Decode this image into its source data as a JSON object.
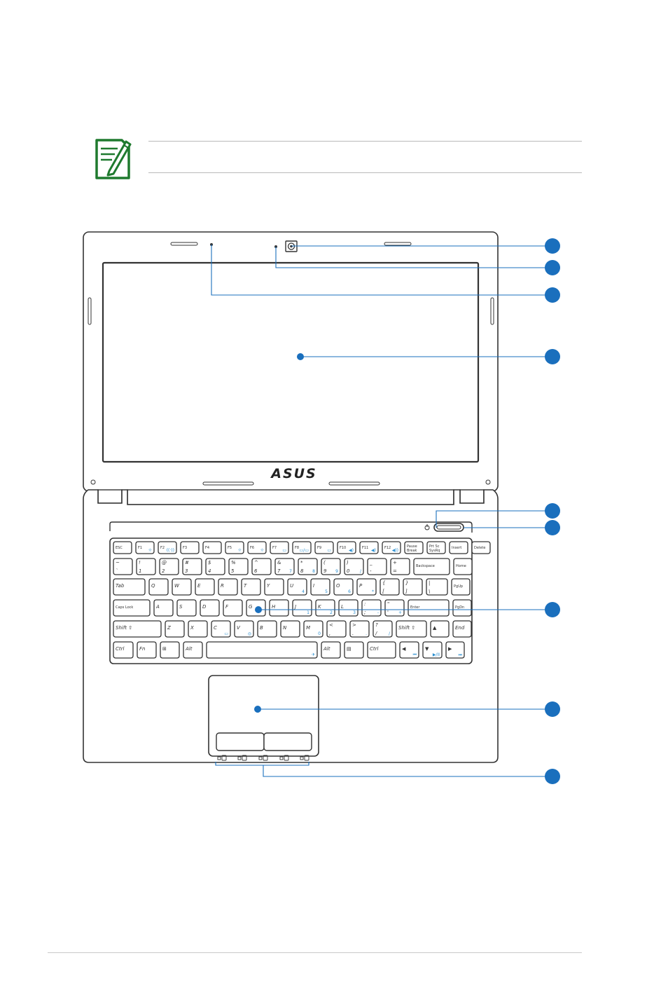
{
  "logo": {
    "text": "ASUS"
  },
  "keyboard": {
    "rows": [
      [
        {
          "top": "ESC",
          "w": 26
        },
        {
          "top": "F1",
          "blue": "☼",
          "w": 26
        },
        {
          "top": "F2",
          "blue": "((·))",
          "w": 26
        },
        {
          "top": "F3",
          "w": 26
        },
        {
          "top": "F4",
          "w": 26
        },
        {
          "top": "F5",
          "blue": "☼",
          "w": 26
        },
        {
          "top": "F6",
          "blue": "☼",
          "w": 26
        },
        {
          "top": "F7",
          "blue": "▭",
          "w": 26
        },
        {
          "top": "F8",
          "blue": "▭/▭",
          "w": 26
        },
        {
          "top": "F9",
          "blue": "▭",
          "w": 26
        },
        {
          "top": "F10",
          "blue": "◀)",
          "w": 26
        },
        {
          "top": "F11",
          "blue": "◀)",
          "w": 26
        },
        {
          "top": "F12",
          "blue": "◀))",
          "w": 26
        },
        {
          "top": "Pause",
          "bottom": "Break",
          "w": 26
        },
        {
          "top": "Prt Sc",
          "bottom": "SysRq",
          "w": 26
        },
        {
          "top": "Insert",
          "w": 26
        },
        {
          "top": "Delete",
          "w": 26
        }
      ],
      [
        {
          "top": "~",
          "bottom": "`",
          "w": 27
        },
        {
          "top": "!",
          "bottom": "1",
          "w": 27
        },
        {
          "top": "@",
          "bottom": "2",
          "w": 27
        },
        {
          "top": "#",
          "bottom": "3",
          "w": 27
        },
        {
          "top": "$",
          "bottom": "4",
          "w": 27
        },
        {
          "top": "%",
          "bottom": "5",
          "w": 27
        },
        {
          "top": "^",
          "bottom": "6",
          "w": 27
        },
        {
          "top": "&",
          "bottom": "7",
          "blue": "7",
          "w": 27
        },
        {
          "top": "*",
          "bottom": "8",
          "blue": "8",
          "w": 27
        },
        {
          "top": "(",
          "bottom": "9",
          "blue": "9",
          "w": 27
        },
        {
          "top": ")",
          "bottom": "0",
          "blue": "/",
          "w": 27
        },
        {
          "top": "_",
          "bottom": "-",
          "w": 27
        },
        {
          "top": "+",
          "bottom": "=",
          "w": 27
        },
        {
          "top": "Backspace",
          "w": 51
        },
        {
          "top": "Home",
          "w": 26
        }
      ],
      [
        {
          "top": "Tab",
          "w": 45
        },
        {
          "top": "Q",
          "w": 27
        },
        {
          "top": "W",
          "w": 27
        },
        {
          "top": "E",
          "w": 27
        },
        {
          "top": "R",
          "w": 27
        },
        {
          "top": "T",
          "w": 27
        },
        {
          "top": "Y",
          "w": 27
        },
        {
          "top": "U",
          "blue": "4",
          "w": 27
        },
        {
          "top": "I",
          "blue": "5",
          "w": 27
        },
        {
          "top": "O",
          "blue": "6",
          "w": 27
        },
        {
          "top": "P",
          "blue": "*",
          "w": 27
        },
        {
          "top": "{",
          "bottom": "[",
          "w": 27
        },
        {
          "top": "}",
          "bottom": "]",
          "w": 27
        },
        {
          "top": "|",
          "bottom": "\\",
          "w": 30
        },
        {
          "top": "PgUp",
          "w": 26
        }
      ],
      [
        {
          "top": "Caps Lock",
          "w": 52
        },
        {
          "top": "A",
          "w": 27
        },
        {
          "top": "S",
          "w": 27
        },
        {
          "top": "D",
          "w": 27
        },
        {
          "top": "F",
          "w": 27
        },
        {
          "top": "G",
          "w": 27
        },
        {
          "top": "H",
          "w": 27
        },
        {
          "top": "J",
          "blue": "1",
          "w": 27
        },
        {
          "top": "K",
          "blue": "2",
          "w": 27
        },
        {
          "top": "L",
          "blue": "3",
          "w": 27
        },
        {
          "top": ":",
          "bottom": ";",
          "blue": "-",
          "w": 27
        },
        {
          "top": "\"",
          "bottom": "'",
          "blue": "+",
          "w": 27
        },
        {
          "top": "Enter",
          "w": 58
        },
        {
          "top": "PgDn",
          "w": 26
        }
      ],
      [
        {
          "top": "Shift ⇧",
          "w": 68
        },
        {
          "top": "Z",
          "w": 27
        },
        {
          "top": "X",
          "w": 27
        },
        {
          "top": "C",
          "blue": "▭",
          "w": 27
        },
        {
          "top": "V",
          "blue": "◎",
          "w": 27
        },
        {
          "top": "B",
          "w": 27
        },
        {
          "top": "N",
          "w": 27
        },
        {
          "top": "M",
          "blue": "0",
          "w": 27
        },
        {
          "top": "<",
          "bottom": ",",
          "w": 27
        },
        {
          "top": ">",
          "bottom": ".",
          "blue": ".",
          "w": 27
        },
        {
          "top": "?",
          "bottom": "/",
          "blue": "/",
          "w": 27
        },
        {
          "top": "Shift ⇧",
          "w": 43
        },
        {
          "top": "▲",
          "w": 26
        },
        {
          "top": "End",
          "w": 26
        }
      ],
      [
        {
          "top": "Ctrl",
          "w": 28
        },
        {
          "top": "Fn",
          "w": 27
        },
        {
          "top": "⊞",
          "w": 27
        },
        {
          "top": "Alt",
          "w": 27
        },
        {
          "top": "",
          "blue": "✈",
          "w": 158
        },
        {
          "top": "Alt",
          "w": 27
        },
        {
          "top": "▤",
          "w": 27
        },
        {
          "top": "Ctrl",
          "w": 40
        },
        {
          "top": "◀",
          "blue": "⏮",
          "w": 27
        },
        {
          "top": "▼",
          "blue": "▶/II",
          "w": 27
        },
        {
          "top": "▶",
          "blue": "⏭",
          "w": 26
        }
      ]
    ]
  },
  "colors": {
    "callout": "#1a6fbd",
    "outline": "#333333",
    "note_icon": "#1f7a2e"
  },
  "icons": {
    "note": "pencil-note-icon",
    "webcam": "camera-lens-icon",
    "power": "power-icon",
    "indicators": [
      "power-led-icon",
      "battery-led-icon",
      "hdd-led-icon",
      "wireless-led-icon",
      "capslock-led-icon"
    ]
  },
  "callouts": [
    {
      "id": "webcam"
    },
    {
      "id": "camera-indicator"
    },
    {
      "id": "microphone"
    },
    {
      "id": "display-panel"
    },
    {
      "id": "power-indicator"
    },
    {
      "id": "power-switch"
    },
    {
      "id": "keyboard"
    },
    {
      "id": "touchpad"
    },
    {
      "id": "status-indicators"
    }
  ]
}
